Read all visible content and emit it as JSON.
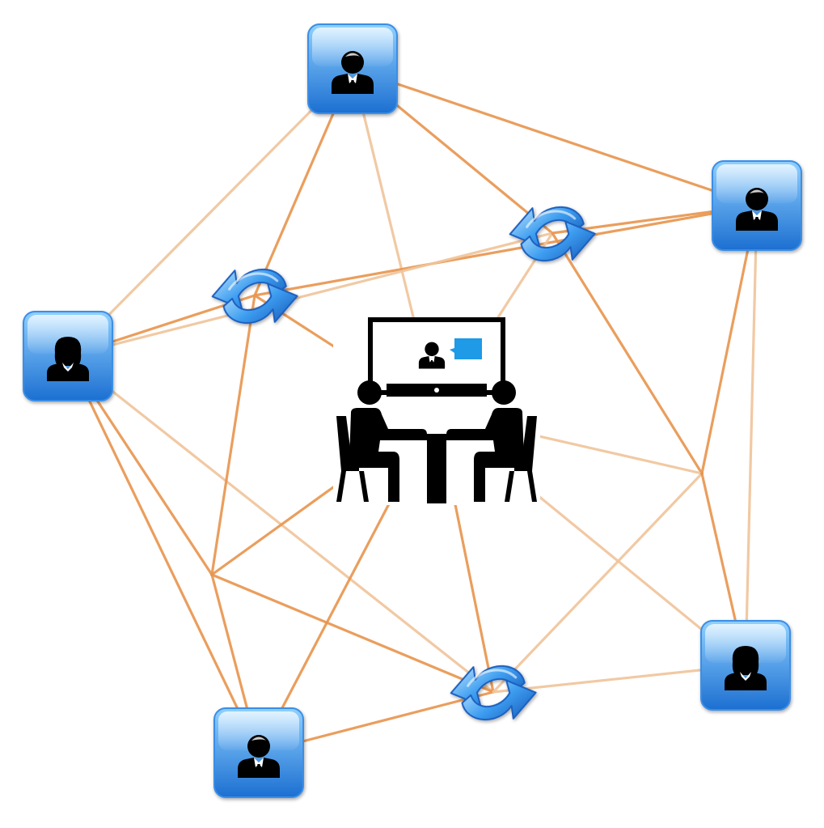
{
  "colors": {
    "background": "#ffffff",
    "edge": "#e8964f",
    "edge_light": "#f0c49b",
    "tile_top": "#8fd0ff",
    "tile_bottom": "#1c6fd1",
    "tile_border": "#3a8ee6",
    "silhouette": "#000000",
    "sync_arrow": "#3d9df0",
    "chat_bubble": "#1e9ae6"
  },
  "nodes": [
    {
      "id": "user-top",
      "kind": "user-tile",
      "gender": "male",
      "icon": "businessman-icon"
    },
    {
      "id": "user-right",
      "kind": "user-tile",
      "gender": "male",
      "icon": "businessman-icon"
    },
    {
      "id": "user-left",
      "kind": "user-tile",
      "gender": "female",
      "icon": "businesswoman-icon"
    },
    {
      "id": "user-bottom-left",
      "kind": "user-tile",
      "gender": "male",
      "icon": "businessman-icon"
    },
    {
      "id": "user-bottom-right",
      "kind": "user-tile",
      "gender": "female",
      "icon": "businesswoman-icon"
    },
    {
      "id": "sync-left",
      "kind": "sync",
      "icon": "sync-arrows-icon"
    },
    {
      "id": "sync-right",
      "kind": "sync",
      "icon": "sync-arrows-icon"
    },
    {
      "id": "sync-bottom",
      "kind": "sync",
      "icon": "sync-arrows-icon"
    },
    {
      "id": "meeting-center",
      "kind": "meeting",
      "icon": "video-conference-icon"
    },
    {
      "id": "hub-left",
      "kind": "junction"
    },
    {
      "id": "hub-right",
      "kind": "junction"
    }
  ],
  "edges": [
    [
      "user-top",
      "user-right"
    ],
    [
      "user-top",
      "user-left"
    ],
    [
      "user-top",
      "sync-left"
    ],
    [
      "user-top",
      "sync-right"
    ],
    [
      "user-top",
      "meeting-center"
    ],
    [
      "user-right",
      "sync-right"
    ],
    [
      "user-right",
      "sync-left"
    ],
    [
      "user-right",
      "user-bottom-right"
    ],
    [
      "user-right",
      "hub-right"
    ],
    [
      "user-left",
      "sync-left"
    ],
    [
      "user-left",
      "sync-right"
    ],
    [
      "user-left",
      "hub-left"
    ],
    [
      "user-left",
      "user-bottom-left"
    ],
    [
      "user-left",
      "sync-bottom"
    ],
    [
      "sync-left",
      "meeting-center"
    ],
    [
      "sync-left",
      "hub-left"
    ],
    [
      "sync-right",
      "meeting-center"
    ],
    [
      "sync-right",
      "hub-right"
    ],
    [
      "meeting-center",
      "hub-left"
    ],
    [
      "meeting-center",
      "hub-right"
    ],
    [
      "meeting-center",
      "sync-bottom"
    ],
    [
      "meeting-center",
      "user-bottom-left"
    ],
    [
      "meeting-center",
      "user-bottom-right"
    ],
    [
      "hub-left",
      "user-bottom-left"
    ],
    [
      "hub-left",
      "sync-bottom"
    ],
    [
      "hub-right",
      "sync-bottom"
    ],
    [
      "hub-right",
      "user-bottom-right"
    ],
    [
      "user-bottom-left",
      "sync-bottom"
    ],
    [
      "sync-bottom",
      "user-bottom-right"
    ]
  ]
}
